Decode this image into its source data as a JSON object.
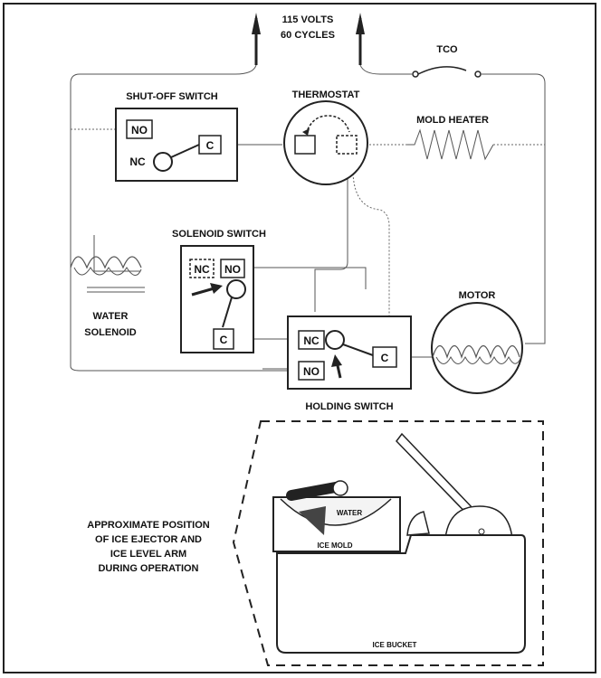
{
  "power": {
    "line1": "115 VOLTS",
    "line2": "60 CYCLES"
  },
  "tco": {
    "label": "TCO"
  },
  "shutoff_switch": {
    "title": "SHUT-OFF SWITCH",
    "no": "NO",
    "nc": "NC",
    "c": "C"
  },
  "thermostat": {
    "title": "THERMOSTAT"
  },
  "mold_heater": {
    "title": "MOLD HEATER"
  },
  "solenoid_switch": {
    "title": "SOLENOID SWITCH",
    "nc": "NC",
    "no": "NO",
    "c": "C"
  },
  "water_solenoid": {
    "line1": "WATER",
    "line2": "SOLENOID"
  },
  "motor": {
    "title": "MOTOR"
  },
  "holding_switch": {
    "title": "HOLDING SWITCH",
    "nc": "NC",
    "no": "NO",
    "c": "C"
  },
  "ejector_note": {
    "line1": "APPROXIMATE POSITION",
    "line2": "OF ICE EJECTOR AND",
    "line3": "ICE LEVEL ARM",
    "line4": "DURING OPERATION"
  },
  "ice_mold": {
    "water": "WATER",
    "label": "ICE MOLD"
  },
  "ice_bucket": {
    "label": "ICE BUCKET"
  }
}
